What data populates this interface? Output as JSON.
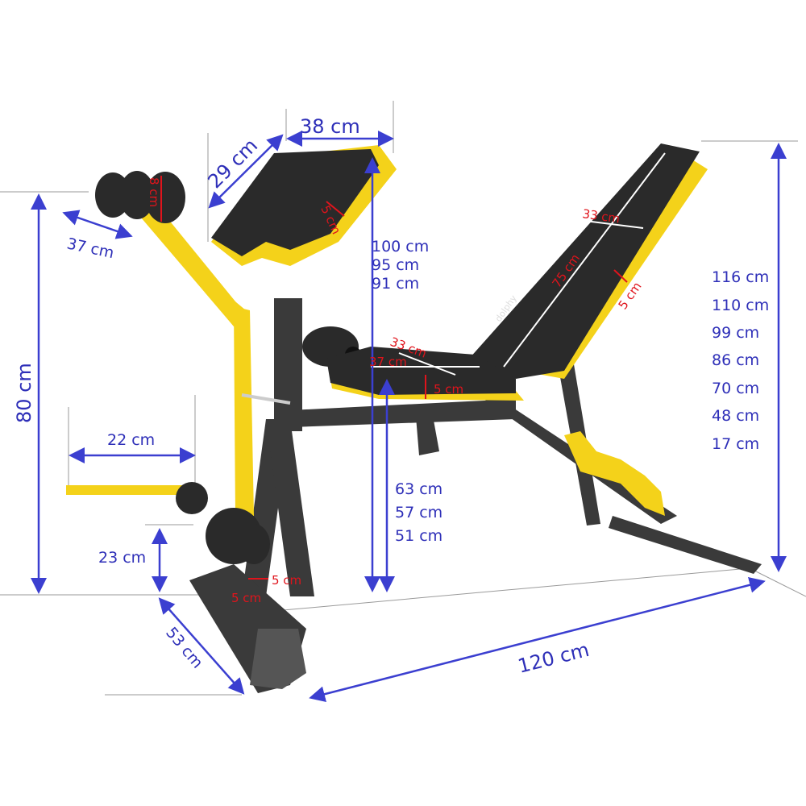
{
  "product": {
    "logo_text": "dolphy"
  },
  "colors": {
    "dimension_blue": "#2e2fb8",
    "detail_red": "#e0141c",
    "frame_yellow": "#f4d21a",
    "pad_black": "#2a2a2a"
  },
  "dimensions": {
    "preacher_pad_width": "38 cm",
    "preacher_pad_depth": "29 cm",
    "preacher_pad_thickness": "5 cm",
    "roller_diameter": "8 cm",
    "roller_width": "37 cm",
    "arm_height": "80 cm",
    "bar_length": "22 cm",
    "leg_roller_height": "23 cm",
    "base_width": "53 cm",
    "tube_w": "5 cm",
    "tube_d": "5 cm",
    "total_length": "120 cm",
    "preacher_heights": [
      "100 cm",
      "95 cm",
      "91 cm"
    ],
    "seat_heights": [
      "63 cm",
      "57 cm",
      "51 cm"
    ],
    "seat_width": "33 cm",
    "seat_length": "37 cm",
    "seat_thickness": "5 cm",
    "back_width": "33 cm",
    "back_length": "75 cm",
    "back_thickness": "5 cm",
    "back_heights": [
      "116 cm",
      "110 cm",
      "99 cm",
      "86 cm",
      "70 cm",
      "48 cm",
      "17 cm"
    ]
  }
}
